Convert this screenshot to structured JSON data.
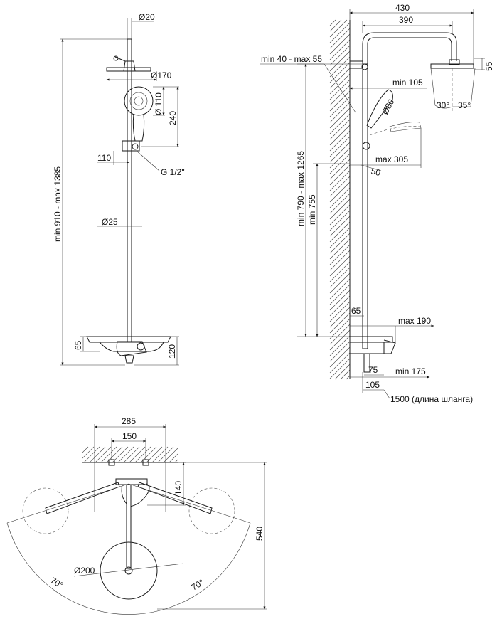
{
  "front_view": {
    "top_diameter": "Ø20",
    "head_diameter": "Ø170",
    "hand_diameter": "Ø 110",
    "hand_height": "240",
    "holder_offset": "110",
    "thread": "G 1/2\"",
    "rod_diameter": "Ø25",
    "total_height": "min 910 - max 1385",
    "shelf_height": "65",
    "mixer_height": "120"
  },
  "side_view": {
    "width_total": "430",
    "width_arm": "390",
    "wall_range": "min 40 - max 55",
    "head_thickness": "55",
    "angle_left": "30°",
    "angle_right": "35°",
    "hand_offset": "min 105",
    "hand_diameter": "Ø80",
    "hand_reach": "max 305",
    "hand_tilt": "50",
    "height_range": "min 790 - max 1265",
    "height_fixed": "min 755",
    "shelf_offset": "65",
    "spout_reach": "max 190",
    "depth_75": "75",
    "depth_min": "min 175",
    "depth_105": "105",
    "hose": "1500 (длина шланга)"
  },
  "top_view": {
    "width_outer": "285",
    "width_inner": "150",
    "depth_holder": "140",
    "depth_total": "540",
    "head_diameter": "Ø200",
    "angle_left": "70°",
    "angle_right": "70°"
  }
}
